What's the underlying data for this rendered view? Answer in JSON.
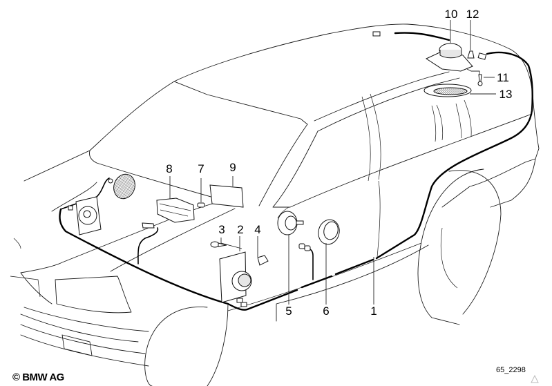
{
  "diagram": {
    "subject": "BMW station wagon loudspeaker system parts diagram",
    "callouts": [
      {
        "id": "callout-1",
        "label": "1",
        "part": "wiring-harness"
      },
      {
        "id": "callout-2",
        "label": "2",
        "part": "door-loudspeaker"
      },
      {
        "id": "callout-3",
        "label": "3",
        "part": "screw"
      },
      {
        "id": "callout-4",
        "label": "4",
        "part": "clip-nut"
      },
      {
        "id": "callout-5",
        "label": "5",
        "part": "tweeter"
      },
      {
        "id": "callout-6",
        "label": "6",
        "part": "tweeter-ring"
      },
      {
        "id": "callout-7",
        "label": "7",
        "part": "fuse-plug"
      },
      {
        "id": "callout-8",
        "label": "8",
        "part": "radio-mounting-frame"
      },
      {
        "id": "callout-9",
        "label": "9",
        "part": "cover-plate"
      },
      {
        "id": "callout-10",
        "label": "10",
        "part": "rear-loudspeaker"
      },
      {
        "id": "callout-11",
        "label": "11",
        "part": "screw"
      },
      {
        "id": "callout-12",
        "label": "12",
        "part": "clip"
      },
      {
        "id": "callout-13",
        "label": "13",
        "part": "speaker-grille"
      }
    ]
  },
  "footer": {
    "copyright": "© BMW AG",
    "drawing_number": "65_2298"
  },
  "icons": {
    "warning": "warning-triangle-icon"
  }
}
